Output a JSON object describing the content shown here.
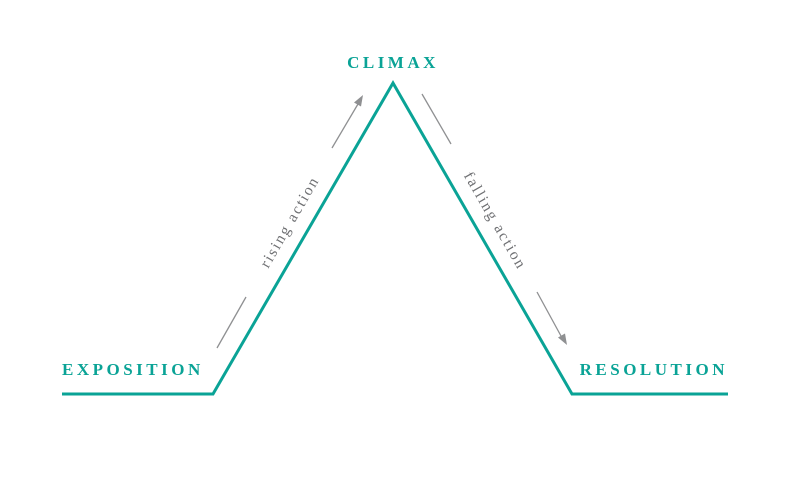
{
  "colors": {
    "accent": "#0aa396",
    "arrow": "#8f9092",
    "muted_text": "#6f7073",
    "background": "#ffffff"
  },
  "diagram": {
    "stages": [
      {
        "id": "exposition",
        "label": "EXPOSITION"
      },
      {
        "id": "climax",
        "label": "CLIMAX"
      },
      {
        "id": "resolution",
        "label": "RESOLUTION"
      }
    ],
    "transitions": [
      {
        "id": "rising-action",
        "label": "rising action"
      },
      {
        "id": "falling-action",
        "label": "falling action"
      }
    ]
  }
}
